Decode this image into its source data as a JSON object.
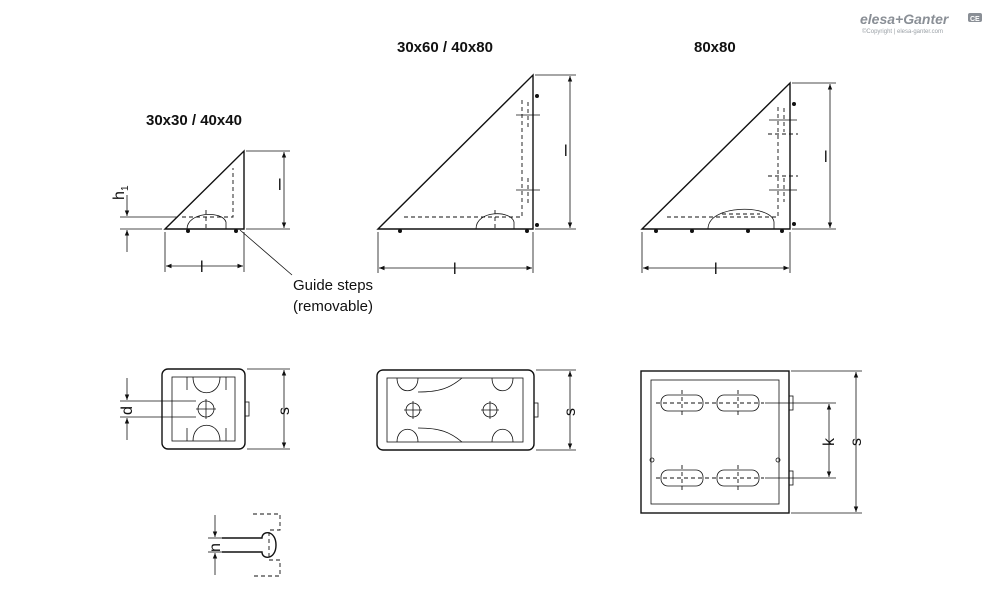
{
  "branding": {
    "logo_text": "elesa+Ganter",
    "logo_badge": "CE",
    "copyright": "©Copyright | elesa-ganter.com"
  },
  "views": {
    "size_small": {
      "title": "30x30 / 40x40"
    },
    "size_medium": {
      "title": "30x60 / 40x80"
    },
    "size_large": {
      "title": "80x80"
    }
  },
  "dimensions": {
    "l": "l",
    "s": "s",
    "d": "d",
    "k": "k",
    "n": "n",
    "h1_main": "h",
    "h1_sub": "1"
  },
  "annotation": {
    "guide_steps_line1": "Guide steps",
    "guide_steps_line2": "(removable)"
  }
}
